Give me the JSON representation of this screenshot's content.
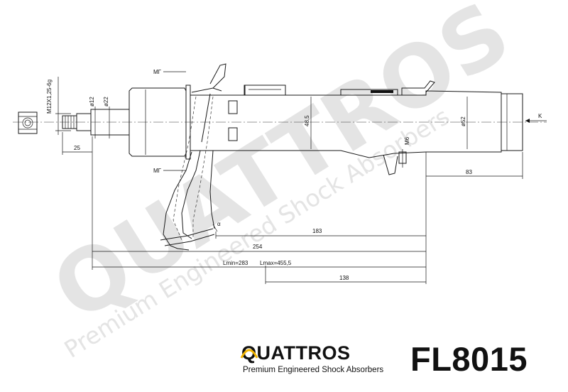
{
  "brand": {
    "name": "QUATTROS",
    "tagline": "Premium Engineered Shock Absorbers",
    "accent_color": "#f2b400"
  },
  "part_number": "FL8015",
  "watermark": {
    "large": "QUATTROS",
    "small": "Premium Engineered Shock Absorbers"
  },
  "dimensions": {
    "thread": "M12X1,25-6g",
    "d12": "ø12",
    "d22": "ø22",
    "len25": "25",
    "d48": "48,5",
    "d52": "ø52",
    "m6": "M6",
    "k": "K",
    "len83": "83",
    "len183": "183",
    "len254": "254",
    "lmin": "Lmin=283",
    "lmax": "Lmax=455,5",
    "len138": "138",
    "alpha": "α",
    "mt_top": "MΓ",
    "mt_bottom": "MΓ"
  }
}
